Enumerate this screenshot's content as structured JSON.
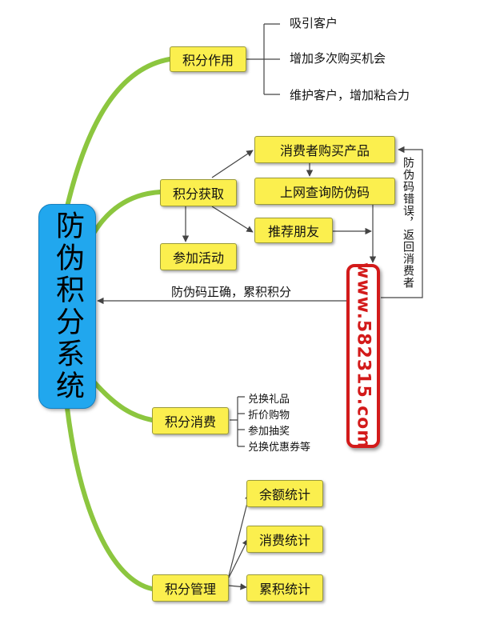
{
  "center": {
    "label": "防伪积分系统"
  },
  "url": {
    "text": "www.582315.com"
  },
  "branch_role": {
    "label": "积分作用",
    "items": [
      "吸引客户",
      "增加多次购买机会",
      "维护客户，增加粘合力"
    ]
  },
  "branch_acquire": {
    "label": "积分获取",
    "consumer_buy": "消费者购买产品",
    "query_code": "上网查询防伪码",
    "recommend": "推荐朋友",
    "activity": "参加活动",
    "error_note": "防伪码错误，返回消费者",
    "correct_note": "防伪码正确，累积积分"
  },
  "branch_consume": {
    "label": "积分消费",
    "items": [
      "兑换礼品",
      "折价购物",
      "参加抽奖",
      "兑换优惠券等"
    ]
  },
  "branch_manage": {
    "label": "积分管理",
    "items": [
      "余额统计",
      "消费统计",
      "累积统计"
    ]
  },
  "colors": {
    "box_fill": "#fbef4e",
    "center_fill": "#21a7ee",
    "curve": "#8cc63f",
    "url_border": "#d31a1a"
  }
}
